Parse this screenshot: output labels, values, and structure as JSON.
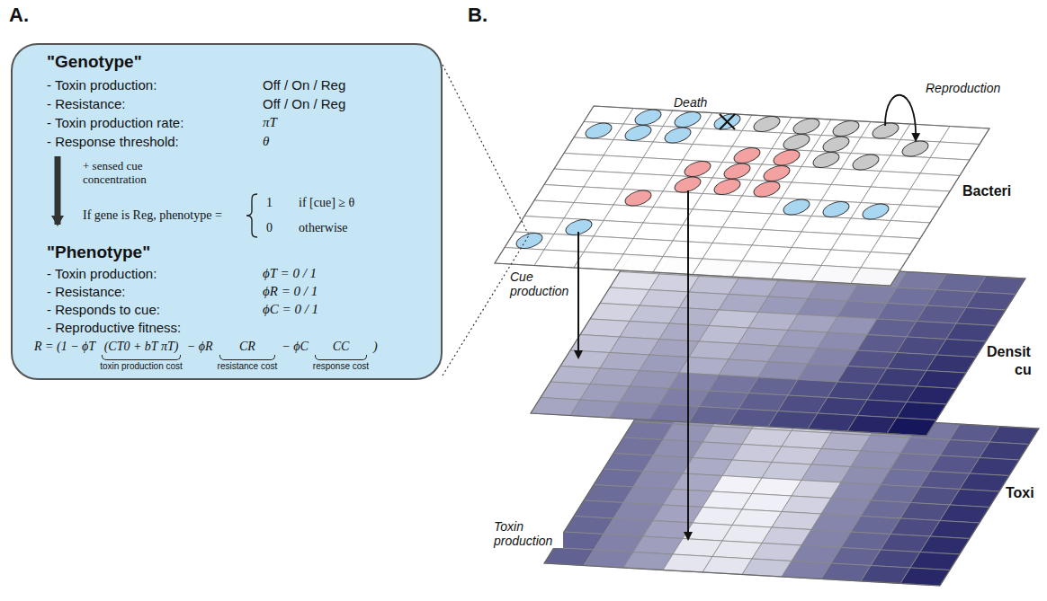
{
  "diagram": {
    "nodes": [
      {
        "text": [
          "\"Genotype\"",
          "- Toxin production:",
          "Off / On / Reg",
          "- Resistance:",
          "Off / On / Reg",
          "- Toxin production rate:",
          "πT",
          "- Response threshold:",
          "θ",
          "+ sensed cue concentration",
          "If gene is Reg, phenotype =",
          "1",
          "if [cue] ≥ θ",
          "0",
          "otherwise",
          "\"Phenotype\"",
          "- Toxin production:",
          "ϕT = 0 / 1",
          "- Resistance:",
          "ϕR = 0 / 1",
          "- Responds to cue:",
          "ϕC = 0 / 1",
          "- Reproductive fitness:",
          "R = (1 − ϕT",
          "(CT0 + bT πT)",
          "toxin production cost",
          "− ϕR",
          "CR",
          "resistance cost",
          "− ϕC",
          "CC",
          "response cost",
          ")"
        ]
      }
    ],
    "labels": [
      "A.",
      "B.",
      "Death",
      "Reproduction",
      "Bacteri",
      "Cue production",
      "Densit",
      "cu",
      "Toxi",
      "Toxin production"
    ]
  }
}
